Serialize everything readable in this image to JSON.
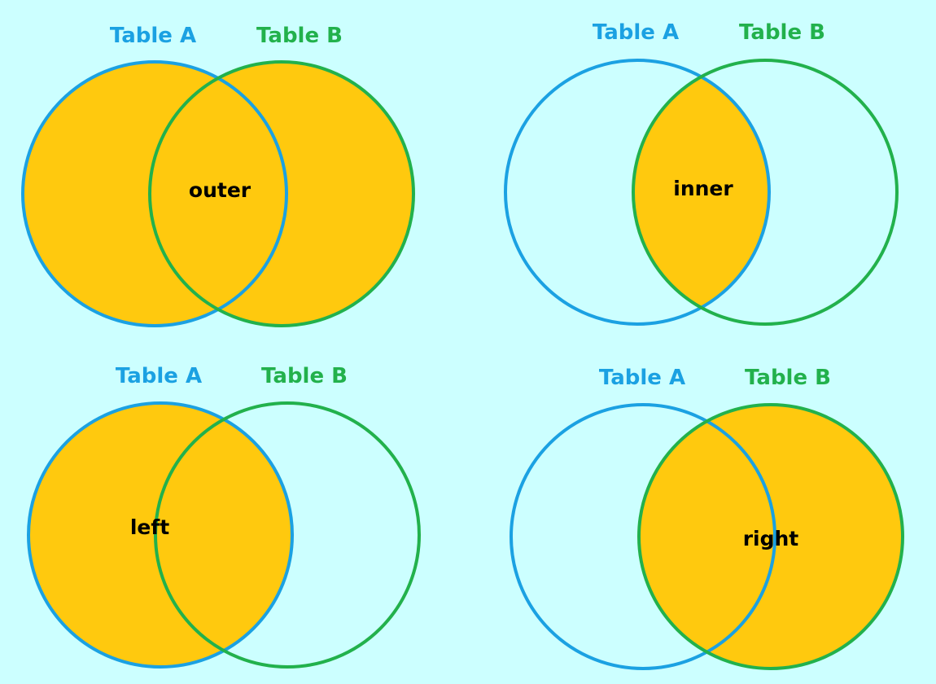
{
  "colors": {
    "background": "#ccffff",
    "fill": "#ffc90e",
    "table_a": "#1ba1e2",
    "table_b": "#22b14c"
  },
  "diagrams": [
    {
      "join": "outer",
      "table_a_label": "Table A",
      "table_b_label": "Table B",
      "shaded": "both"
    },
    {
      "join": "inner",
      "table_a_label": "Table A",
      "table_b_label": "Table B",
      "shaded": "intersection"
    },
    {
      "join": "left",
      "table_a_label": "Table A",
      "table_b_label": "Table B",
      "shaded": "a"
    },
    {
      "join": "right",
      "table_a_label": "Table A",
      "table_b_label": "Table B",
      "shaded": "b"
    }
  ]
}
